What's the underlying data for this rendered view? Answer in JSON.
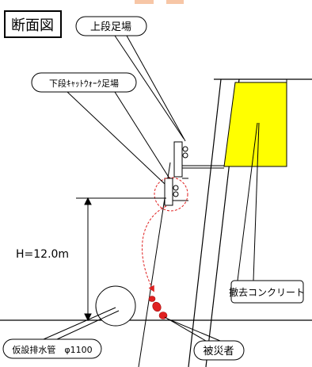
{
  "title": "断面図",
  "labels": {
    "upper_scaffold": "上段足場",
    "lower_scaffold": "下段ｷｬｯﾄｳｫｰｸ足場",
    "height": "H=12.0m",
    "removed_concrete": "撤去コンクリート",
    "drain_pipe": "仮設排水管　φ1100",
    "victim": "被災者"
  },
  "colors": {
    "concrete_fill": "#ffff00",
    "fall_path": "#e02020",
    "victim_marker": "#e02020",
    "top_tab": "#f5b28a"
  }
}
